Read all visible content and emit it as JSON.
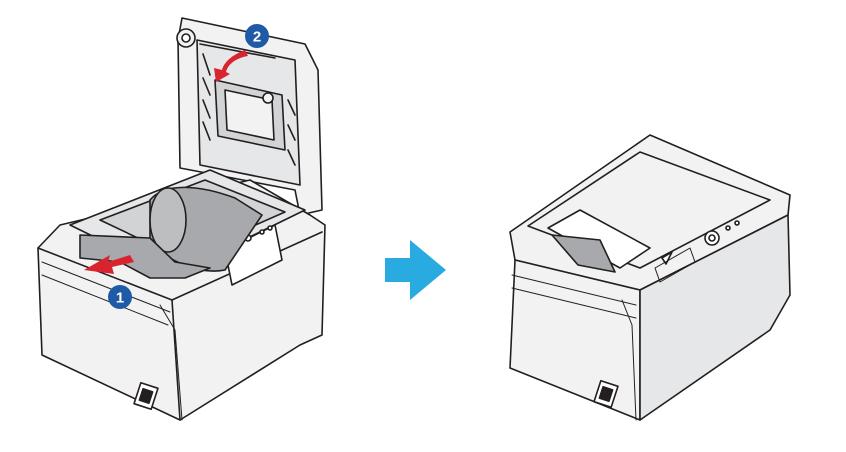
{
  "steps": [
    {
      "number": "1",
      "action": "pull-paper-out"
    },
    {
      "number": "2",
      "action": "close-cover"
    }
  ],
  "icons": {
    "left_panel": "printer-open-cover-icon",
    "right_panel": "printer-closed-cover-icon",
    "transition": "right-arrow-icon"
  },
  "colors": {
    "printer_body": "#f2f2f2",
    "outline": "#231f20",
    "paper": "#a7a9ac",
    "action_arrow": "#d9232e",
    "step_badge": "#1f5aa6",
    "transition_arrow": "#29abe2"
  }
}
